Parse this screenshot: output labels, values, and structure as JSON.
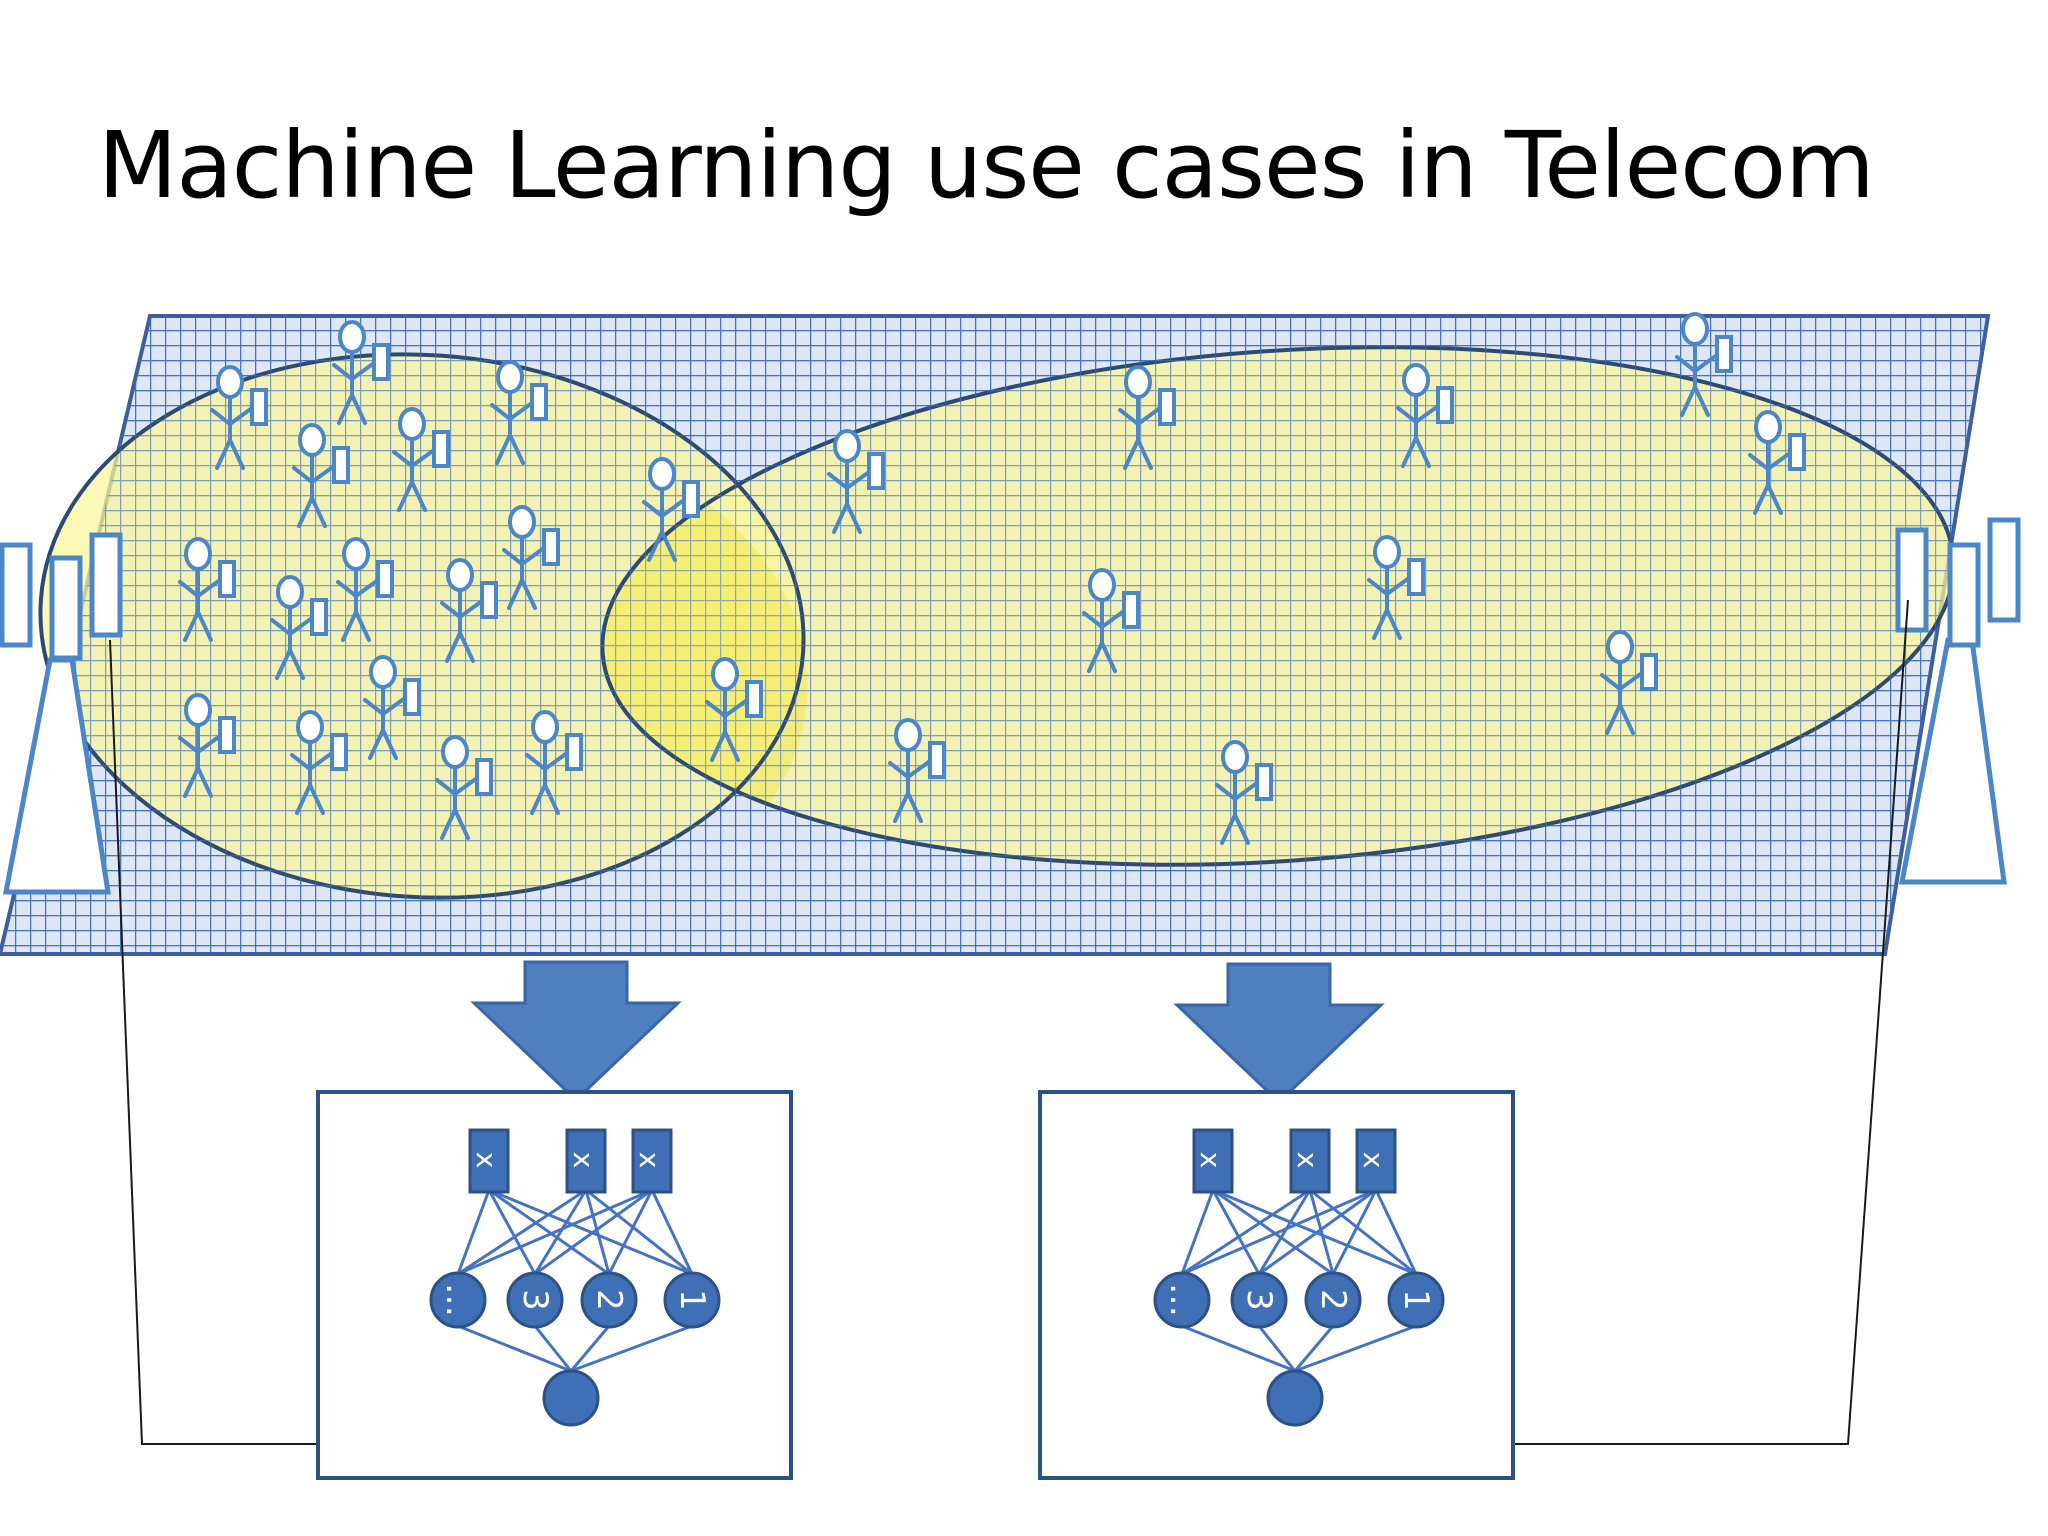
{
  "slide": {
    "title": "Machine Learning use cases in Telecom"
  },
  "colors": {
    "grid_line": "#4472c4",
    "field_fill": "#dfe6f4",
    "ellipse_fill": "#fbf79a",
    "overlap_fill": "#f6ec55",
    "ellipse_stroke": "#2e4a70",
    "figure": "#4a86c8",
    "arrow_fill": "#4f7fbf",
    "node_fill": "#3f6fb5",
    "node_stroke": "#2c5184",
    "box_stroke": "#2c5184"
  },
  "icons": {
    "person": "person-with-phone-icon",
    "tower": "cell-tower-icon",
    "arrow": "down-arrow-icon"
  },
  "networks": [
    {
      "name": "network-left",
      "inputs": [
        "x",
        "x",
        "x"
      ],
      "hidden": [
        "…",
        "3",
        "2",
        "1"
      ]
    },
    {
      "name": "network-right",
      "inputs": [
        "x",
        "x",
        "x"
      ],
      "hidden": [
        "…",
        "3",
        "2",
        "1"
      ]
    }
  ]
}
